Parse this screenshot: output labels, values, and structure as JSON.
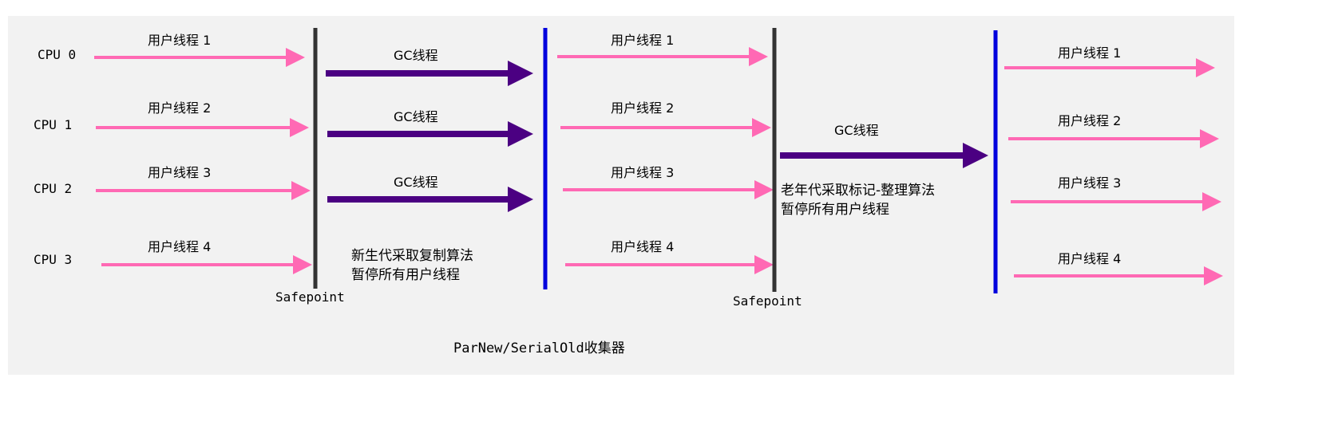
{
  "cpus": [
    "CPU 0",
    "CPU 1",
    "CPU 2",
    "CPU 3"
  ],
  "user_thread_labels": [
    "用户线程 1",
    "用户线程 2",
    "用户线程 3",
    "用户线程 4"
  ],
  "gc_thread_label": "GC线程",
  "safepoint_label": "Safepoint",
  "young_gen_note": [
    "新生代采取复制算法",
    "暂停所有用户线程"
  ],
  "old_gen_note": [
    "老年代采取标记-整理算法",
    "暂停所有用户线程"
  ],
  "caption": "ParNew/SerialOld收集器",
  "colors": {
    "user_thread": "#ff69b4",
    "gc_thread": "#4b0082",
    "safepoint_line": "#333333",
    "stage_line": "#0000dd",
    "background": "#f2f2f2"
  }
}
